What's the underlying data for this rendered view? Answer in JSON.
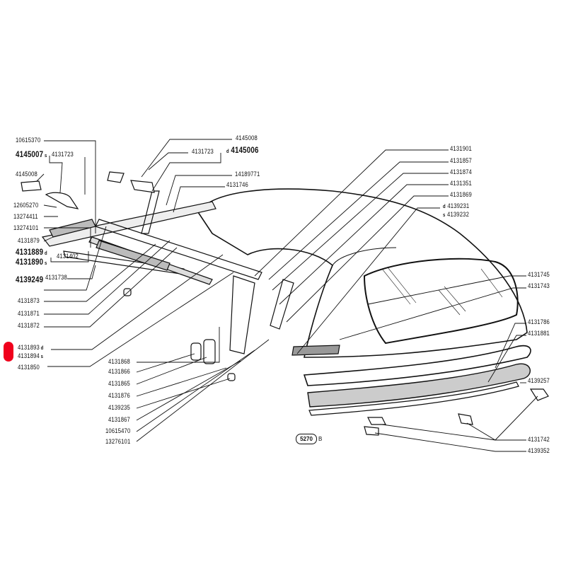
{
  "diagram": {
    "left_labels": {
      "l1": "10615370",
      "l2": "4145007",
      "l2_suffix": "s",
      "l3": "4131723",
      "l4": "4145008",
      "l5": "12605270",
      "l6": "13274411",
      "l7": "13274101",
      "l8": "4131879",
      "l9": "4131889",
      "l9_suffix": "d",
      "l10": "4131890",
      "l10_suffix": "s",
      "l11": "4131402",
      "l12": "4139249",
      "l13": "4131738",
      "l14": "4131873",
      "l15": "4131871",
      "l16": "4131872",
      "l17": "4131893",
      "l17_suffix": "d",
      "l18": "4131894",
      "l18_suffix": "s",
      "l19": "4131850"
    },
    "middle_labels": [
      "4131868",
      "4131866",
      "4131865",
      "4131876",
      "4139235",
      "4131867",
      "10615470",
      "13276101"
    ],
    "top_labels": {
      "t1": "4145008",
      "t2": "4131723",
      "t3": "4145006",
      "t3_prefix": "d",
      "t4": "14189771",
      "t5": "4131746"
    },
    "right_labels": {
      "r1": "4131901",
      "r2": "4131857",
      "r3": "4131874",
      "r4": "4131351",
      "r5": "4131869",
      "r6": "4139231",
      "r6_prefix": "d",
      "r7": "4139232",
      "r7_prefix": "s",
      "r8": "4131745",
      "r9": "4131743",
      "r10": "4131786",
      "r11": "4131881",
      "r12": "4139257",
      "r13": "4131742",
      "r14": "4139352"
    },
    "stamp": {
      "number": "5270",
      "suffix": "B"
    },
    "colors": {
      "highlight": "#f0001c",
      "ink": "#111111"
    }
  }
}
